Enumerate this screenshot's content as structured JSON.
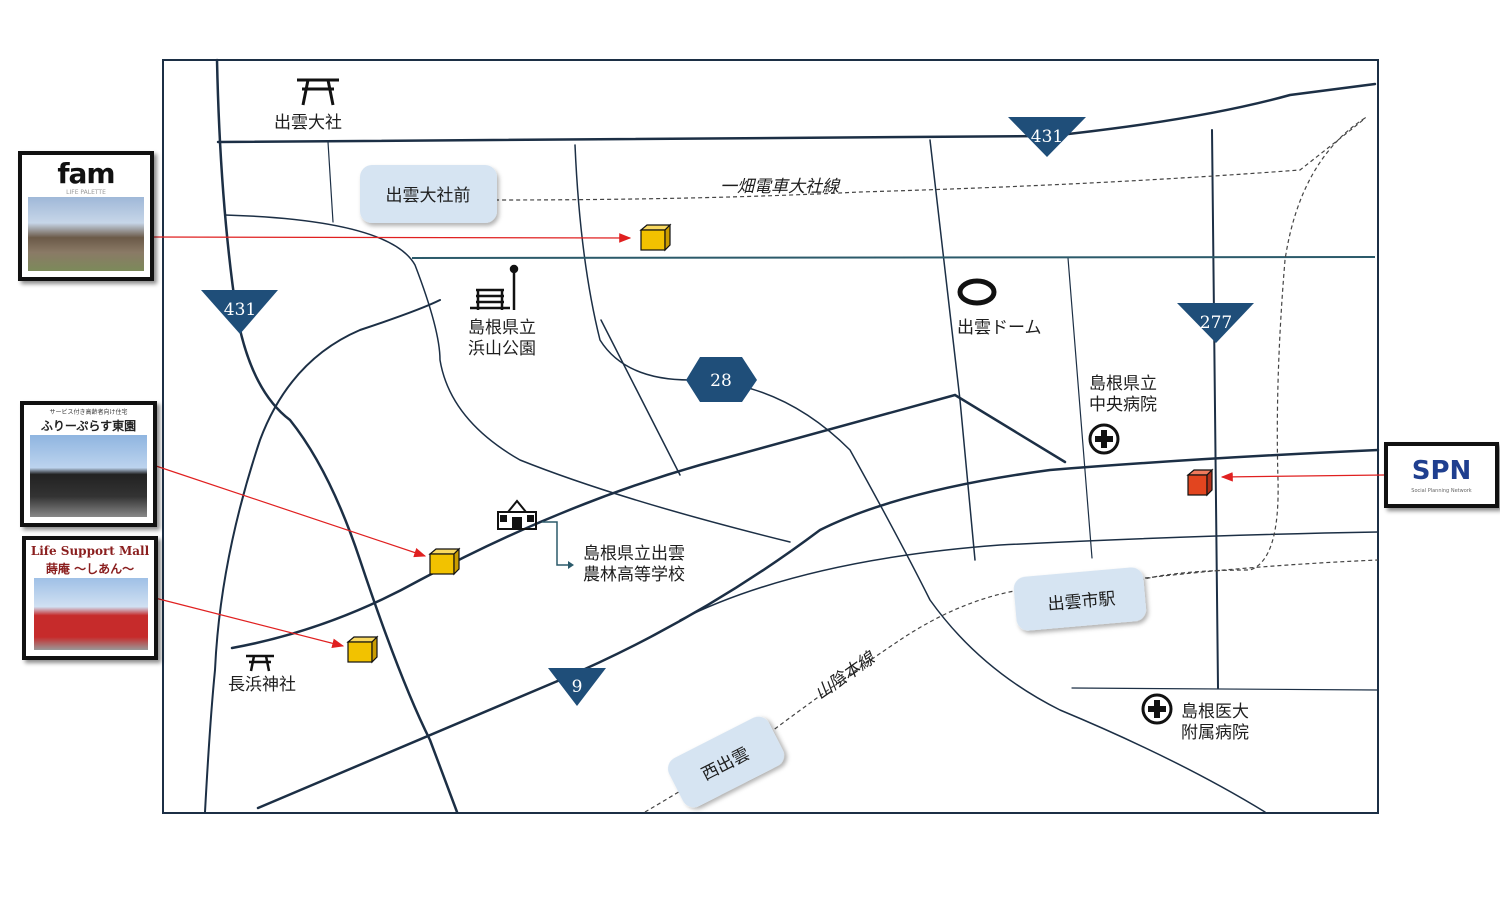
{
  "routes": {
    "r431_top": "431",
    "r431_left": "431",
    "r277": "277",
    "r28": "28",
    "r9": "9"
  },
  "places": {
    "izumo_taisha": "出雲大社",
    "hamayama_park_1": "島根県立",
    "hamayama_park_2": "浜山公園",
    "izumo_dome": "出雲ドーム",
    "central_hospital_1": "島根県立",
    "central_hospital_2": "中央病院",
    "school_1": "島根県立出雲",
    "school_2": "農林高等学校",
    "nagahama_shrine": "長浜神社",
    "shimane_med_1": "島根医大",
    "shimane_med_2": "附属病院"
  },
  "stations": {
    "izumo_taisha_mae": "出雲大社前",
    "izumoshi": "出雲市駅",
    "nishi_izumo": "西出雲"
  },
  "rail_lines": {
    "ichibata": "一畑電車大社線",
    "sanin": "山陰本線"
  },
  "photos": {
    "fam": {
      "logo": "fam",
      "sub": "LIFE PALETTE"
    },
    "free": {
      "top": "サービス付き高齢者向け住宅",
      "name": "ふりーぷらす東園"
    },
    "life": {
      "name": "Life Support Mall",
      "name2": "蒔庵 ～しあん～"
    },
    "spn": {
      "logo": "SPN",
      "sub": "Social Planning Network"
    }
  },
  "colors": {
    "road": "#1c2f45",
    "route_marker": "#1f4e79",
    "station_box": "#d6e4f2",
    "facility_marker": "#f2c200",
    "office_marker": "#e2451f",
    "arrow": "#e02020"
  }
}
